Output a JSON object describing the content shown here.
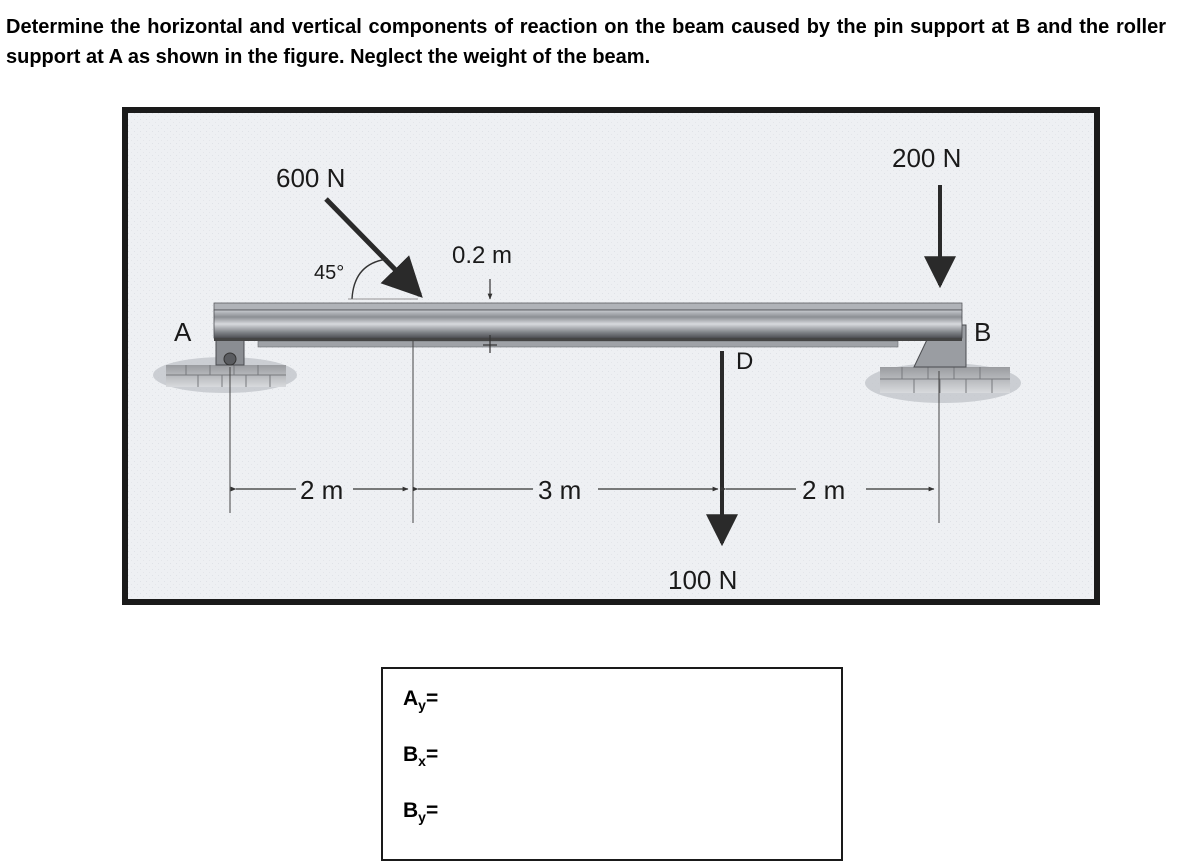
{
  "question": "Determine the horizontal and vertical components of reaction on the beam caused by the pin support at B and the roller support at A as shown in the figure. Neglect the weight of the beam.",
  "figure": {
    "support_a_label": "A",
    "support_b_label": "B",
    "point_d_label": "D",
    "load_600_label": "600 N",
    "load_200_label": "200 N",
    "load_100_label": "100 N",
    "angle_label": "45°",
    "beam_depth_label": "0.2 m",
    "dim_1_label": "2 m",
    "dim_2_label": "3 m",
    "dim_3_label": "2 m"
  },
  "answers": {
    "ay": {
      "base": "A",
      "sub": "y",
      "eq": "=",
      "value": ""
    },
    "bx": {
      "base": "B",
      "sub": "x",
      "eq": "=",
      "value": ""
    },
    "by": {
      "base": "B",
      "sub": "y",
      "eq": "=",
      "value": ""
    }
  }
}
